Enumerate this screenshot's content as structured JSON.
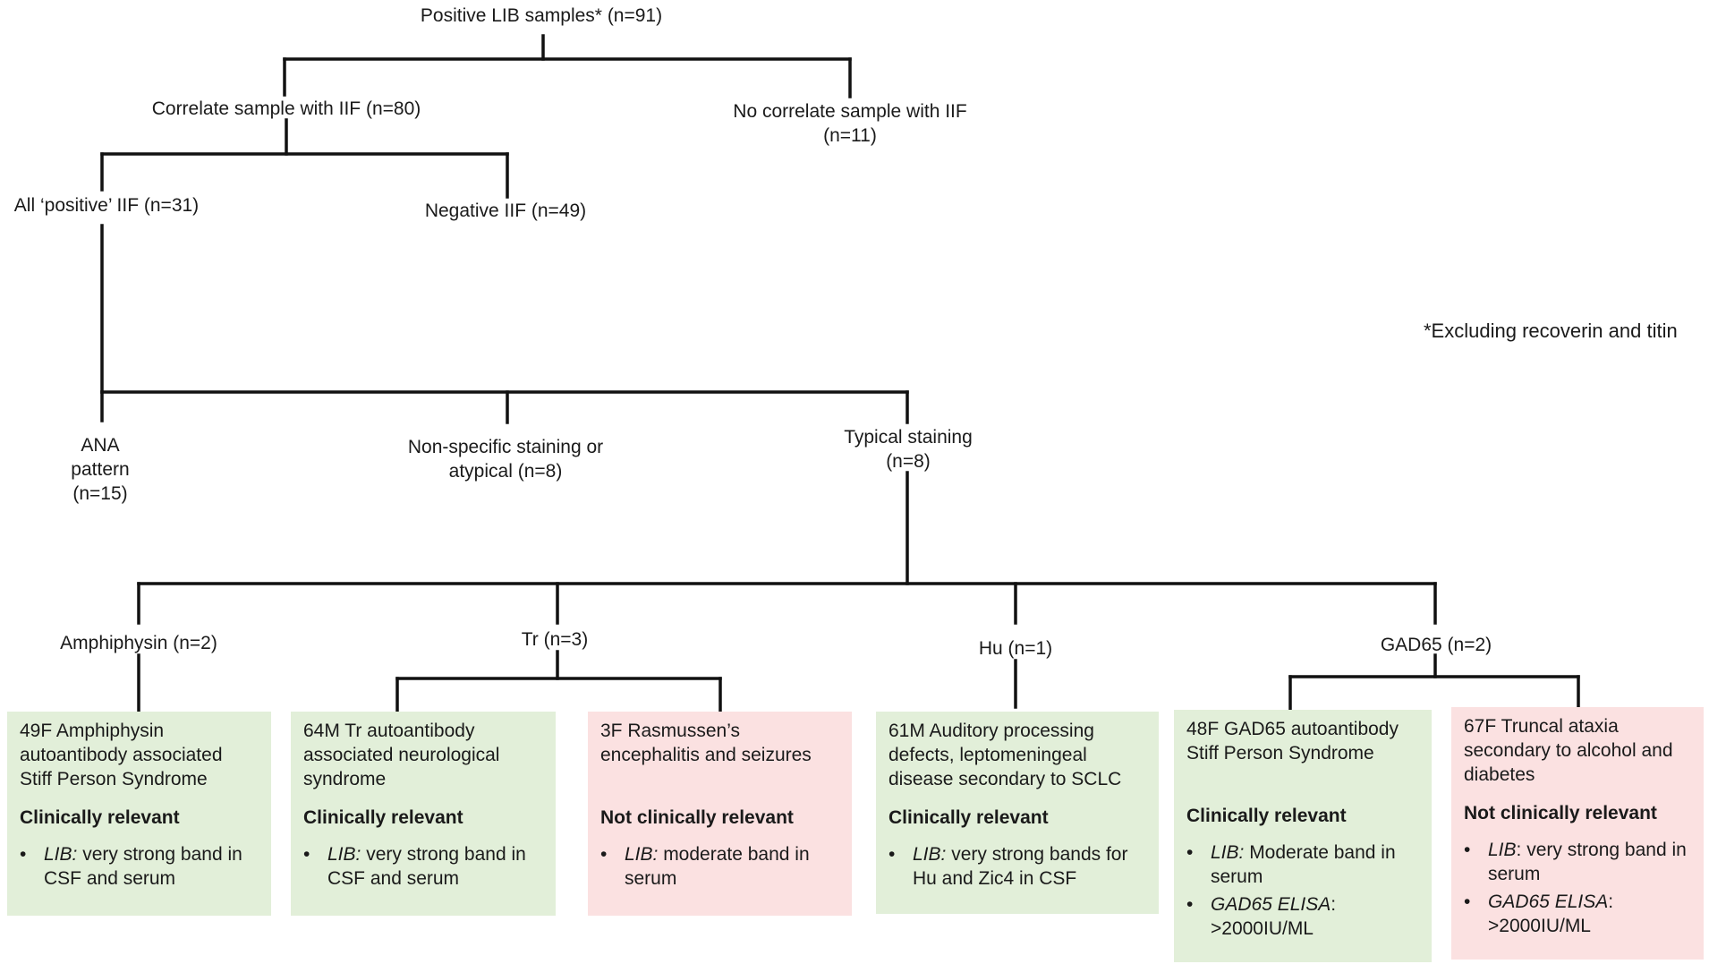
{
  "root": {
    "label": "Positive LIB samples* (n=91)"
  },
  "footnote": "*Excluding recoverin and titin",
  "level1": {
    "correlate": "Correlate sample with IIF (n=80)",
    "no_correlate": [
      "No correlate sample with IIF",
      "(n=11)"
    ]
  },
  "level2": {
    "positive": "All ‘positive’ IIF (n=31)",
    "negative": "Negative IIF (n=49)"
  },
  "level3": {
    "ana": [
      "ANA",
      "pattern",
      "(n=15)"
    ],
    "nonspecific": [
      "Non-specific staining or",
      "atypical (n=8)"
    ],
    "typical": [
      "Typical staining",
      "(n=8)"
    ]
  },
  "antibodies": {
    "amphiphysin": "Amphiphysin (n=2)",
    "tr": "Tr (n=3)",
    "hu": "Hu (n=1)",
    "gad65": "GAD65 (n=2)"
  },
  "cases": [
    {
      "id": "amph",
      "color": "#e2efd9",
      "lines": [
        "49F Amphiphysin",
        "autoantibody associated",
        "Stiff Person Syndrome"
      ],
      "verdict": "Clinically relevant",
      "bullets": [
        {
          "term": "LIB:",
          "rest": " very strong band in CSF and serum"
        }
      ]
    },
    {
      "id": "tr1",
      "color": "#e2efd9",
      "lines": [
        "64M Tr autoantibody",
        "associated neurological",
        "syndrome"
      ],
      "verdict": "Clinically relevant",
      "bullets": [
        {
          "term": "LIB:",
          "rest": " very strong band in CSF and serum"
        }
      ]
    },
    {
      "id": "tr2",
      "color": "#fbe1e1",
      "lines": [
        "3F Rasmussen’s",
        "encephalitis and seizures"
      ],
      "verdict": "Not clinically relevant",
      "bullets": [
        {
          "term": "LIB:",
          "rest": " moderate band in serum"
        }
      ]
    },
    {
      "id": "hu",
      "color": "#e2efd9",
      "lines": [
        "61M Auditory processing",
        "defects, leptomeningeal",
        "disease secondary to SCLC"
      ],
      "verdict": "Clinically relevant",
      "bullets": [
        {
          "term": "LIB:",
          "rest": " very strong bands for Hu and Zic4 in CSF"
        }
      ]
    },
    {
      "id": "gad1",
      "color": "#e2efd9",
      "lines": [
        "48F GAD65 autoantibody",
        "Stiff Person Syndrome"
      ],
      "verdict": "Clinically relevant",
      "bullets": [
        {
          "term": "LIB:",
          "rest": " Moderate band in serum"
        },
        {
          "term": "GAD65 ELISA",
          "rest": ": >2000IU/ML"
        }
      ]
    },
    {
      "id": "gad2",
      "color": "#fbe1e1",
      "lines": [
        "67F Truncal ataxia",
        "secondary to alcohol and",
        "diabetes"
      ],
      "verdict": "Not clinically relevant",
      "bullets": [
        {
          "term": "LIB",
          "rest": ": very strong band in serum"
        },
        {
          "term": "GAD65 ELISA",
          "rest": ": >2000IU/ML"
        }
      ]
    }
  ]
}
